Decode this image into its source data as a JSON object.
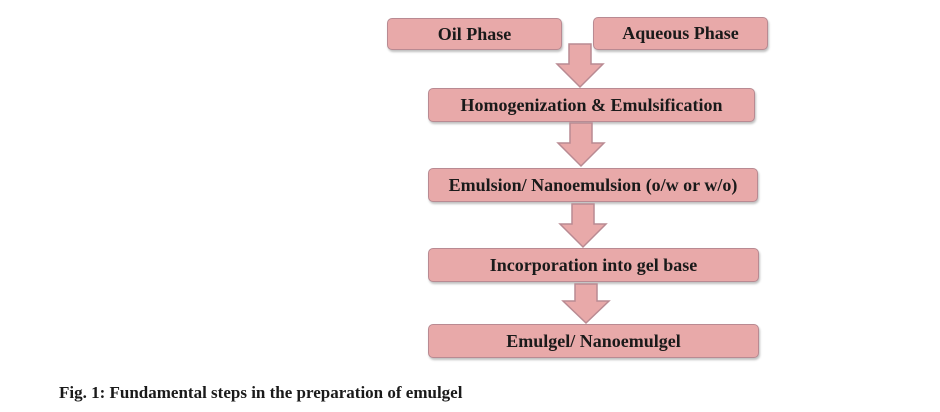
{
  "diagram": {
    "nodes": {
      "oil_phase": "Oil Phase",
      "aqueous_phase": "Aqueous Phase",
      "homogenization": "Homogenization & Emulsification",
      "emulsion": "Emulsion/ Nanoemulsion (o/w or w/o)",
      "incorporation": "Incorporation into gel base",
      "emulgel": "Emulgel/ Nanoemulgel"
    },
    "edges": [
      [
        "oil_phase",
        "homogenization"
      ],
      [
        "aqueous_phase",
        "homogenization"
      ],
      [
        "homogenization",
        "emulsion"
      ],
      [
        "emulsion",
        "incorporation"
      ],
      [
        "incorporation",
        "emulgel"
      ]
    ],
    "colors": {
      "box_fill": "#e8a9a9",
      "box_border": "#b98a92",
      "arrow_fill": "#e8a9a9",
      "arrow_border": "#b98a92"
    }
  },
  "caption": "Fig. 1: Fundamental steps in the preparation of emulgel"
}
